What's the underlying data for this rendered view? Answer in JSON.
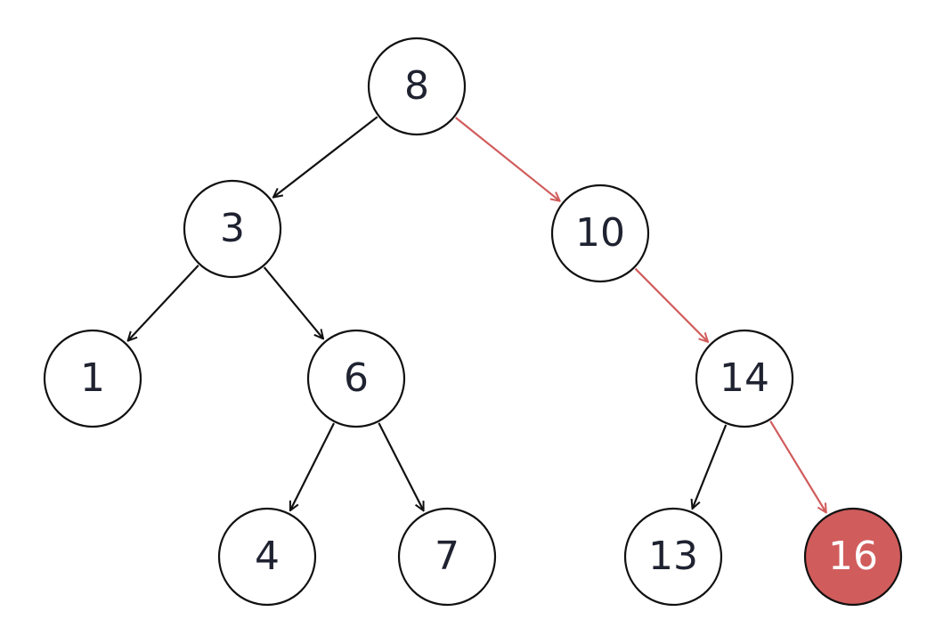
{
  "diagram": {
    "type": "binary-search-tree",
    "colors": {
      "default_stroke": "#111111",
      "path": "#d15c5c",
      "highlight_fill": "#d15c5c",
      "text": "#1f2230",
      "highlight_text": "#ffffff"
    },
    "nodes": [
      {
        "id": "n8",
        "label": "8"
      },
      {
        "id": "n3",
        "label": "3"
      },
      {
        "id": "n10",
        "label": "10"
      },
      {
        "id": "n1",
        "label": "1"
      },
      {
        "id": "n6",
        "label": "6"
      },
      {
        "id": "n14",
        "label": "14"
      },
      {
        "id": "n4",
        "label": "4"
      },
      {
        "id": "n7",
        "label": "7"
      },
      {
        "id": "n13",
        "label": "13"
      },
      {
        "id": "n16",
        "label": "16",
        "highlighted": true
      }
    ],
    "edges": [
      {
        "from": "n8",
        "to": "n3"
      },
      {
        "from": "n8",
        "to": "n10",
        "highlighted": true
      },
      {
        "from": "n3",
        "to": "n1"
      },
      {
        "from": "n3",
        "to": "n6"
      },
      {
        "from": "n10",
        "to": "n14",
        "highlighted": true
      },
      {
        "from": "n6",
        "to": "n4"
      },
      {
        "from": "n6",
        "to": "n7"
      },
      {
        "from": "n14",
        "to": "n13"
      },
      {
        "from": "n14",
        "to": "n16",
        "highlighted": true
      }
    ]
  }
}
